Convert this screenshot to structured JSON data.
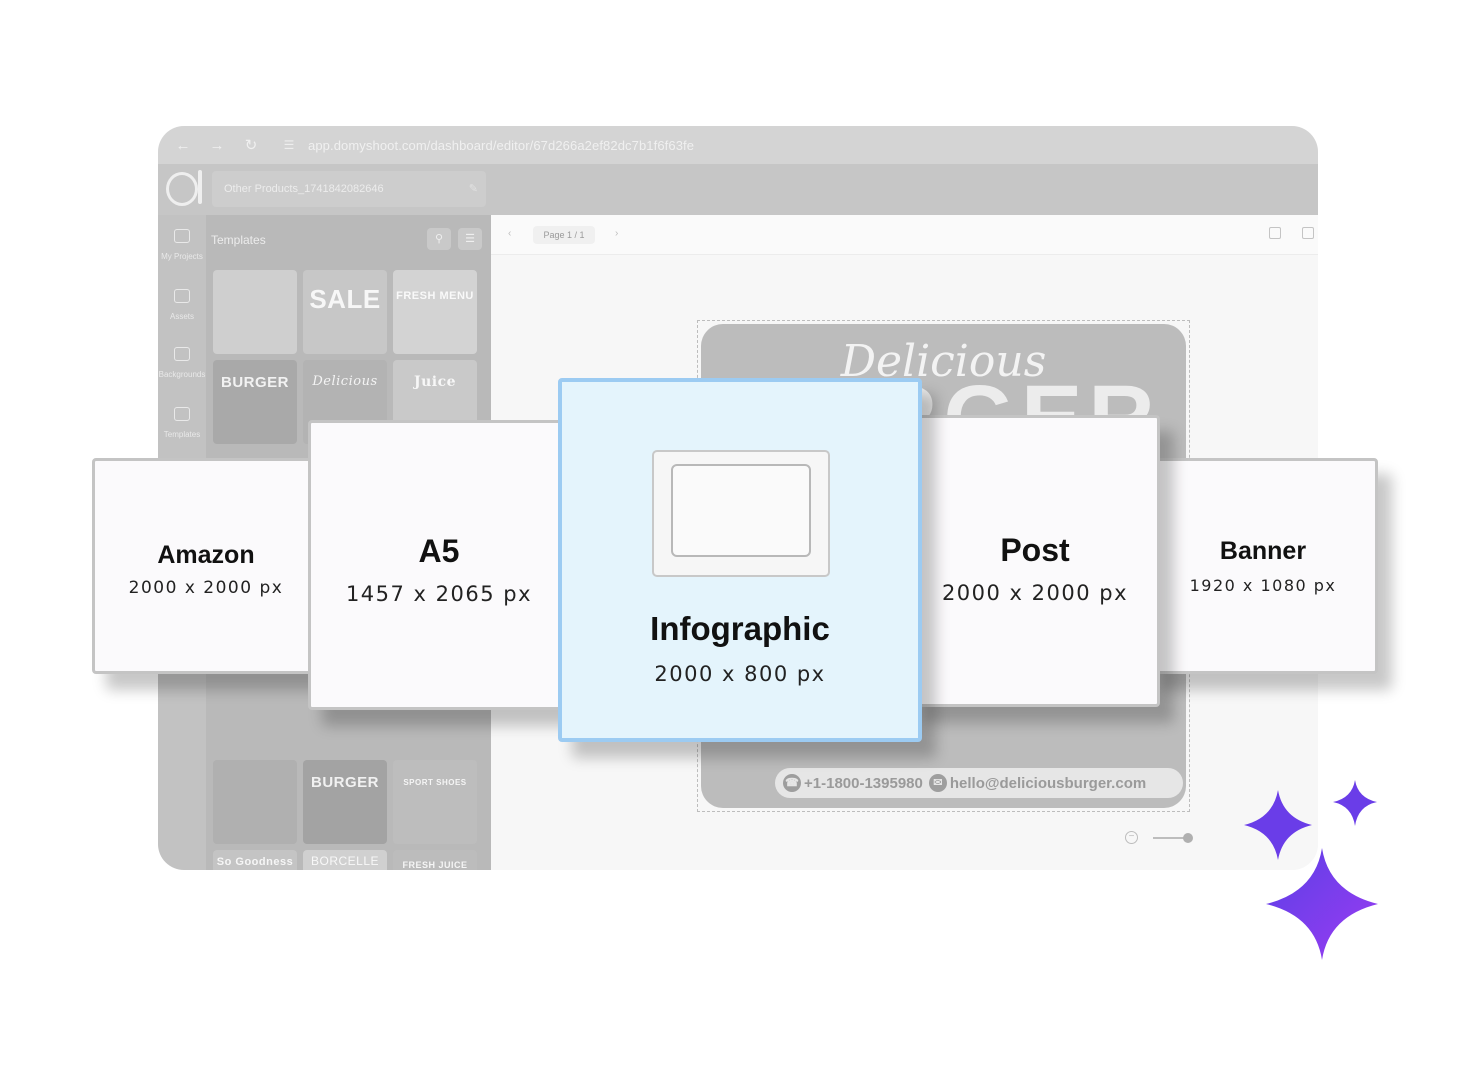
{
  "browser": {
    "back_icon": "arrow-left-icon",
    "forward_icon": "arrow-right-icon",
    "reload_icon": "reload-icon",
    "url": "app.domyshoot.com/dashboard/editor/67d266a2ef82dc7b1f6f63fe"
  },
  "editor": {
    "project_name": "Other Products_1741842082646",
    "rail": [
      {
        "label": "My Projects",
        "icon": "folder-icon"
      },
      {
        "label": "Assets",
        "icon": "image-icon"
      },
      {
        "label": "Backgrounds",
        "icon": "background-icon"
      },
      {
        "label": "Templates",
        "icon": "layout-icon"
      }
    ],
    "templates_title": "Templates",
    "thumbnails": [
      {
        "text": ""
      },
      {
        "text": "SALE"
      },
      {
        "text": "FRESH MENU"
      },
      {
        "text": "BURGER"
      },
      {
        "text": "Delicious"
      },
      {
        "text": "Juice"
      },
      {
        "text": ""
      },
      {
        "text": "BURGER"
      },
      {
        "text": "SPORT SHOES"
      },
      {
        "text": "So Goodness"
      },
      {
        "text": "BORCELLE"
      },
      {
        "text": "FRESH JUICE"
      }
    ],
    "page_indicator": "Page 1 / 1",
    "design": {
      "script_text": "Delicious",
      "big_text": "BURGER",
      "phone": "+1-1800-1395980",
      "email": "hello@deliciousburger.com"
    }
  },
  "formats": {
    "amazon": {
      "title": "Amazon",
      "size": "2000 x 2000 px"
    },
    "a5": {
      "title": "A5",
      "size": "1457 x 2065 px"
    },
    "infographic": {
      "title": "Infographic",
      "size": "2000 x 800 px"
    },
    "post": {
      "title": "Post",
      "size": "2000 x 2000 px"
    },
    "banner": {
      "title": "Banner",
      "size": "1920 x 1080 px"
    }
  },
  "colors": {
    "selected_fill": "#e4f4fc",
    "selected_border": "#9ccbf2",
    "sparkle_dark": "#6a3de8",
    "sparkle_light": "#8b3cf0"
  }
}
